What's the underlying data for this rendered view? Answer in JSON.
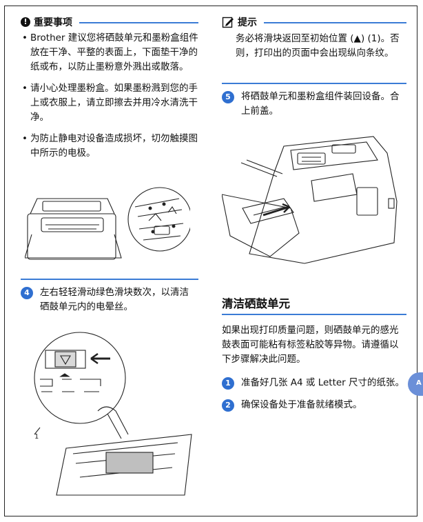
{
  "important": {
    "title": "重要事项",
    "bullets": [
      "Brother 建议您将硒鼓单元和墨粉盒组件放在干净、平整的表面上，下面垫干净的纸或布，以防止墨粉意外溅出或散落。",
      "请小心处理墨粉盒。如果墨粉溅到您的手上或衣服上，请立即擦去并用冷水清洗干净。",
      "为防止静电对设备造成损坏，切勿触摸图中所示的电极。"
    ]
  },
  "tip": {
    "title": "提示",
    "text": "务必将滑块返回至初始位置 (▲) (1)。否则，打印出的页面中会出现纵向条纹。"
  },
  "steps_left": [
    {
      "num": "4",
      "text": "左右轻轻滑动绿色滑块数次，以清洁硒鼓单元内的电晕丝。"
    }
  ],
  "steps_right": [
    {
      "num": "5",
      "text": "将硒鼓单元和墨粉盒组件装回设备。合上前盖。"
    }
  ],
  "figure_callout": "1",
  "clean_section": {
    "title": "清洁硒鼓单元",
    "paragraph": "如果出现打印质量问题，则硒鼓单元的感光鼓表面可能粘有标签粘胶等异物。请遵循以下步骤解决此问题。",
    "steps": [
      {
        "num": "1",
        "text": "准备好几张 A4 或 Letter 尺寸的纸张。"
      },
      {
        "num": "2",
        "text": "确保设备处于准备就绪模式。"
      }
    ]
  },
  "side_tab": {
    "label": "A"
  },
  "colors": {
    "accent": "#3a7bd5",
    "step_circle": "#2f6fd0",
    "side_tab": "#6b8fd8"
  }
}
